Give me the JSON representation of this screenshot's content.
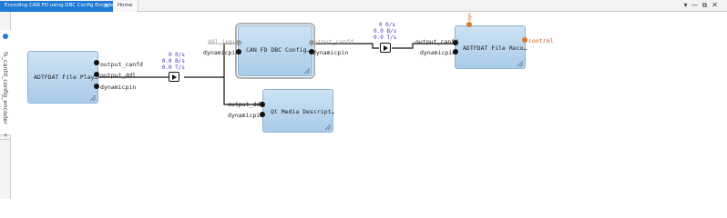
{
  "tabs": {
    "active_label": "Encoding CAN FD using DBC Config Encoder",
    "home_label": "Home",
    "close_glyph": "✕"
  },
  "window_controls": {
    "menu": "▾",
    "minimize": "—",
    "restore": "⧉",
    "close": "✕"
  },
  "side_panel": {
    "tab_label": "fs_canfd_config_encoder",
    "tool_glyph": "+"
  },
  "nodes": {
    "player": {
      "title": "ADTFDAT File Play…",
      "outputs": [
        "output_canfd",
        "output_ddl",
        "dynamicpin"
      ]
    },
    "dbc_encoder": {
      "title": "CAN FD DBC Config…",
      "input_left": "ddl_input",
      "input_left2": "dynamicpin",
      "output_right": "output_canfd",
      "output_right2": "dynamicpin"
    },
    "qt_media": {
      "title": "Qt Media Descript…",
      "inputs": [
        "output_ddl",
        "dynamicpin"
      ]
    },
    "recorder": {
      "title": "ADTFDAT File Reco…",
      "inputs": [
        "output_canfd",
        "dynamicpin"
      ],
      "control_label": "control",
      "side_label": "dyn"
    }
  },
  "rates": {
    "link1": [
      "0 0/s",
      "0.0 B/s",
      "0.0 T/s"
    ],
    "link2": [
      "0 0/s",
      "0.0 B/s",
      "0.0 T/s"
    ]
  },
  "colors": {
    "tab_active": "#1f7ad6",
    "node_fill": "#b9d6ee",
    "rate_text": "#4b3db8",
    "control_port": "#e07a2b"
  }
}
